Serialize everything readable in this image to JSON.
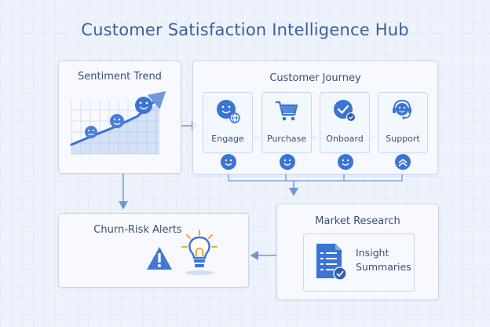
{
  "title": "Customer Satisfaction Intelligence Hub",
  "sentiment": {
    "title": "Sentiment Trend"
  },
  "journey": {
    "title": "Customer Journey",
    "stages": [
      {
        "label": "Engage",
        "icon": "smiley-globe-icon"
      },
      {
        "label": "Purchase",
        "icon": "shopping-cart-icon"
      },
      {
        "label": "Onboard",
        "icon": "check-badge-icon"
      },
      {
        "label": "Support",
        "icon": "headset-icon"
      }
    ]
  },
  "market": {
    "title": "Market Research",
    "insight_line1": "Insight",
    "insight_line2": "Summaries"
  },
  "churn": {
    "title": "Churn-Risk Alerts"
  },
  "colors": {
    "accent": "#4a7fd6",
    "accent_dark": "#2f5fb3",
    "text": "#3b4f72",
    "title": "#3d5f96",
    "line": "#6e97dc",
    "alert": "#3f7ad8",
    "bulb": "#f2a93b"
  }
}
